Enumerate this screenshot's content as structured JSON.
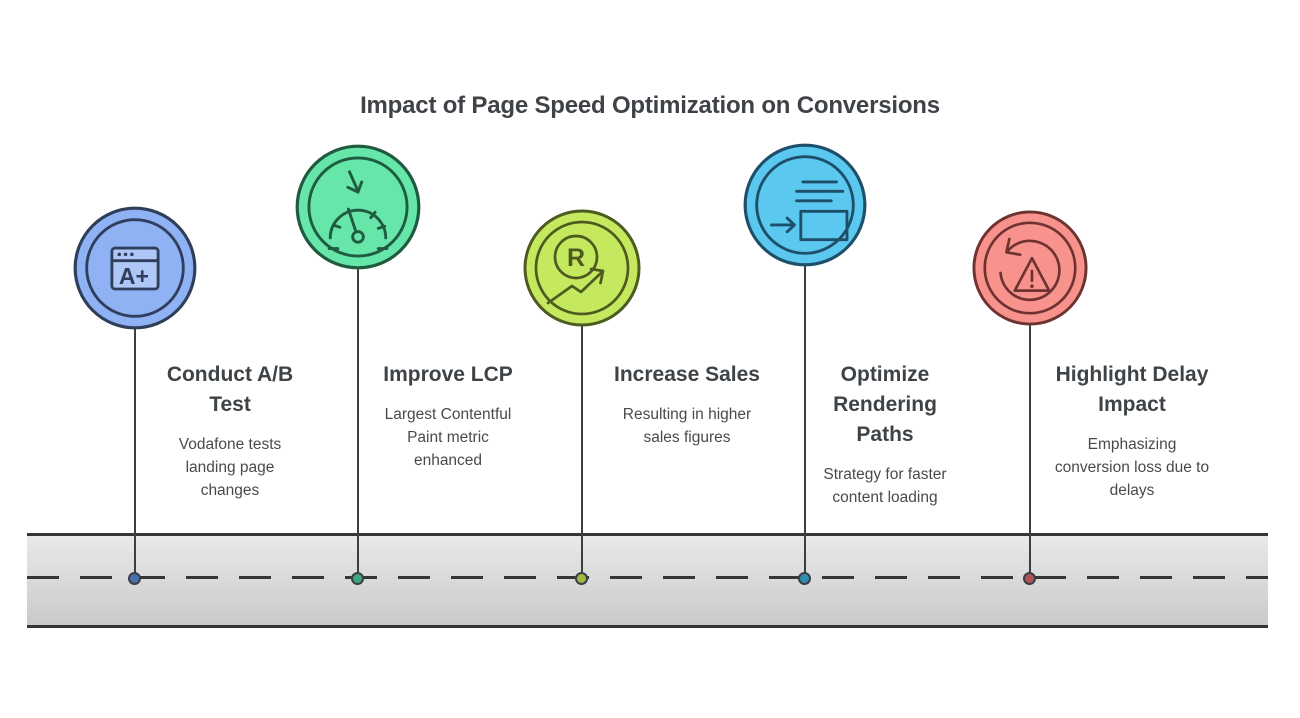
{
  "title": "Impact of Page Speed Optimization on Conversions",
  "colors": {
    "ink": "#3A3F45",
    "title_text": "#3F4347",
    "heading_text": "#3E4347",
    "body_text": "#474B4E",
    "road_line": "#353535",
    "road_top_fill": "#E9E9E9",
    "road_bottom_fill": "#C9CACB"
  },
  "milestones": [
    {
      "heading": "Conduct A/B Test",
      "description": "Vodafone tests landing page changes",
      "icon": "ab-test-browser-icon",
      "colors": {
        "fill": "#8FB2F4",
        "stroke": "#2F3E5A",
        "dot": "#4A6FB0"
      }
    },
    {
      "heading": "Improve LCP",
      "description": "Largest Contentful Paint metric enhanced",
      "icon": "speedometer-icon",
      "colors": {
        "fill": "#66E6A8",
        "stroke": "#1F5B41",
        "dot": "#3AA87A"
      }
    },
    {
      "heading": "Increase Sales",
      "description": "Resulting in higher sales figures",
      "icon": "sales-growth-icon",
      "colors": {
        "fill": "#C4E95F",
        "stroke": "#4E5A1F",
        "dot": "#9EBA42"
      }
    },
    {
      "heading": "Optimize Rendering Paths",
      "description": "Strategy for faster content loading",
      "icon": "rendering-paths-icon",
      "colors": {
        "fill": "#5BC8F0",
        "stroke": "#1E4F68",
        "dot": "#2F8FB0"
      }
    },
    {
      "heading": "Highlight Delay Impact",
      "description": "Emphasizing conversion loss due to delays",
      "icon": "delay-warning-icon",
      "colors": {
        "fill": "#F7928C",
        "stroke": "#6E3331",
        "dot": "#B25252"
      }
    }
  ]
}
